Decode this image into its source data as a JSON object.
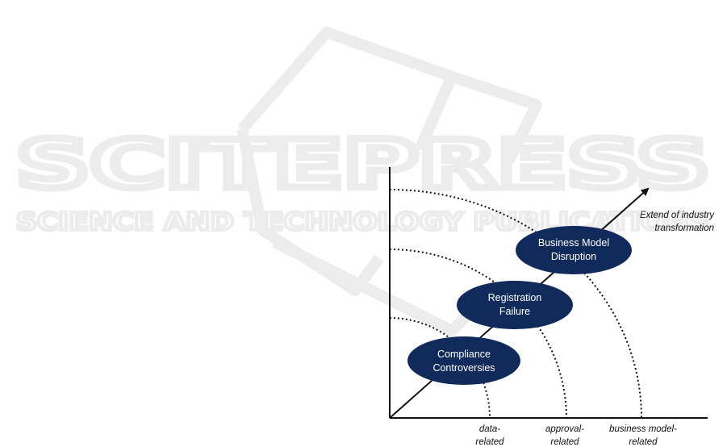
{
  "watermark": {
    "title": "SCITEPRESS",
    "subtitle": "SCIENCE AND TECHNOLOGY PUBLICATIONS"
  },
  "diagram": {
    "arrow_label_line1": "Extend of industry",
    "arrow_label_line2": "transformation",
    "ellipses": [
      {
        "line1": "Business Model",
        "line2": "Disruption"
      },
      {
        "line1": "Registration",
        "line2": "Failure"
      },
      {
        "line1": "Compliance",
        "line2": "Controversies"
      }
    ],
    "categories": [
      {
        "line1": "data-",
        "line2": "related"
      },
      {
        "line1": "approval-",
        "line2": "related"
      },
      {
        "line1": "business model-",
        "line2": "related"
      }
    ],
    "colors": {
      "ellipse_fill": "#112a5c",
      "line": "#111111",
      "watermark": "#ececec"
    }
  }
}
